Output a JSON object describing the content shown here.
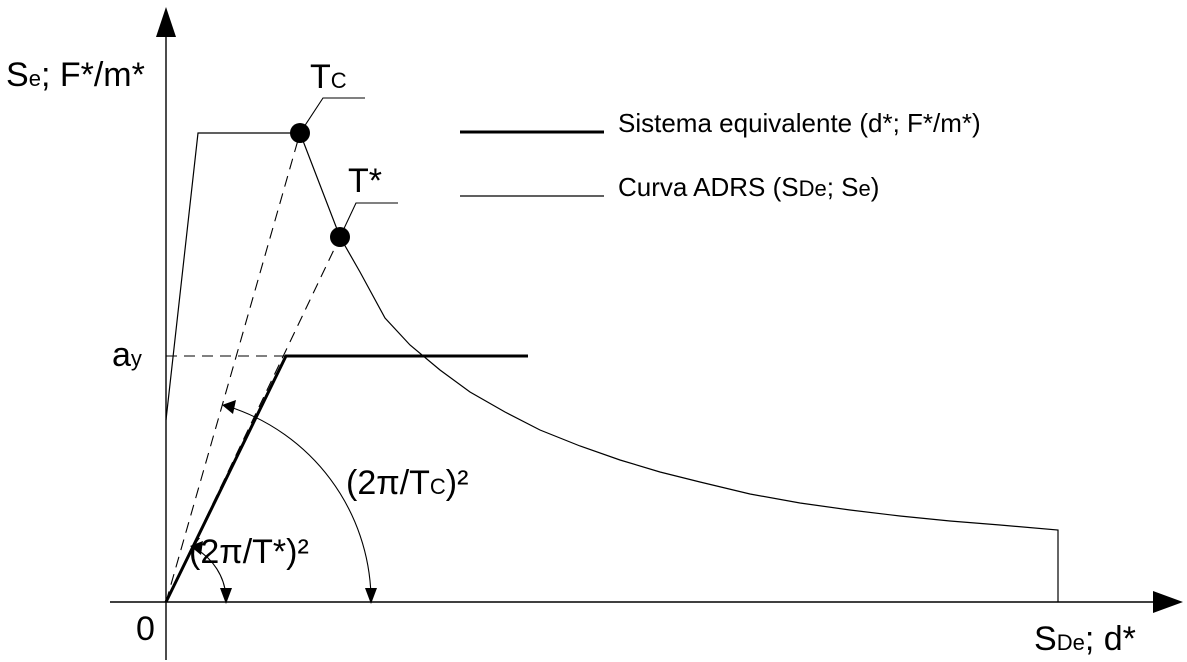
{
  "diagram": {
    "y_axis": {
      "main": "S",
      "sub": "e",
      "rest": "; F*/m*"
    },
    "x_axis": {
      "main": "S",
      "sub": "De",
      "rest": "; d*"
    },
    "origin_label": "0",
    "ay": {
      "main": "a",
      "sub": "y"
    },
    "tc": {
      "main": "T",
      "sub": "C"
    },
    "tstar": {
      "main": "T*"
    },
    "angle_tc": {
      "pre": "(2π/T",
      "sub": "C",
      "post": ")²"
    },
    "angle_tstar": {
      "text": "(2π/T*)²"
    },
    "legend": {
      "equivalent": "Sistema equivalente (d*; F*/m*)",
      "adrs": {
        "pre": "Curva ADRS (S",
        "sub1": "De",
        "mid": "; S",
        "sub2": "e",
        "post": ")"
      }
    }
  }
}
